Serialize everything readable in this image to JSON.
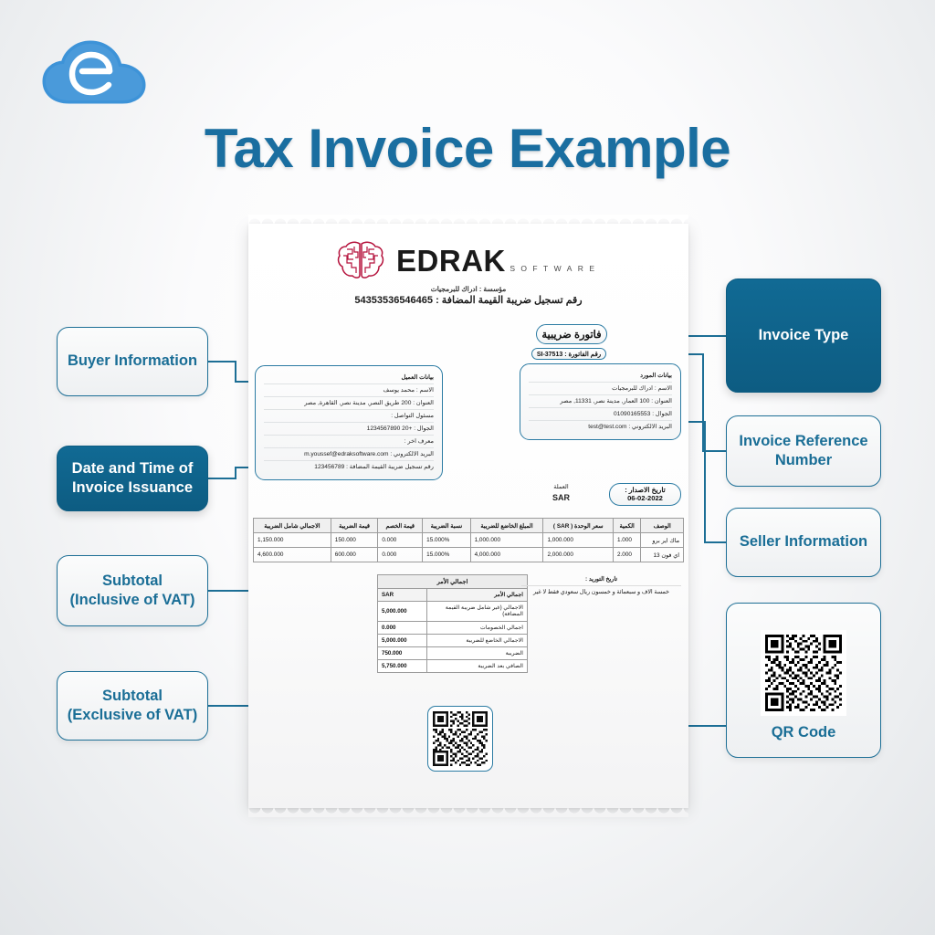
{
  "page": {
    "title": "Tax Invoice Example",
    "accent_color": "#1a6ea0",
    "callout_border_color": "#1d6f96",
    "callout_filled_color": "#116a94"
  },
  "brand": {
    "logo_icon": "cloud-e-logo",
    "logo_color": "#3d93d8"
  },
  "callouts": {
    "buyer_information": "Buyer Information",
    "date_and_time": "Date and Time of\nInvoice Issuance",
    "date_and_time_line1": "Date and Time of",
    "date_and_time_line2": "Invoice Issuance",
    "subtotal_inclusive_line1": "Subtotal",
    "subtotal_inclusive_line2": "(Inclusive of VAT)",
    "subtotal_exclusive_line1": "Subtotal",
    "subtotal_exclusive_line2": "(Exclusive of VAT)",
    "invoice_type": "Invoice Type",
    "invoice_reference_line1": "Invoice Reference",
    "invoice_reference_line2": "Number",
    "seller_information": "Seller Information",
    "qr_code": "QR Code"
  },
  "invoice": {
    "company": {
      "name": "EDRAK",
      "subtitle": "SOFTWARE",
      "brain_icon": "brain-icon",
      "brain_color": "#b5123c",
      "org_line": "مؤسسة : ادراك للبرمجيات",
      "vat_registration": "رقم تسجيل ضريبة القيمة المضافة : 54353536546465"
    },
    "type_badge": "فاتورة ضريبية",
    "reference_badge": "رقم الفاتورة : SI-37513",
    "buyer": {
      "title": "بيانات العميل",
      "rows": [
        "الاسم : محمد يوسف",
        "العنوان : 200 طريق النصر, مدينة نصر, القاهرة, مصر",
        "مسئول التواصل :",
        "الجوال : +20 1234567890",
        "معرف اخر :",
        "البريد الالكتروني : m.youssef@edraksoftware.com",
        "رقم تسجيل ضريبة القيمة المضافة : 123456789"
      ]
    },
    "seller": {
      "title": "بيانات المورد",
      "rows": [
        "الاسم : ادراك للبرمجيات",
        "العنوان : 100 العمار, مدينة نصر, 11331, مصر",
        "الجوال : 01090165553",
        "البريد الالكتروني : test@test.com"
      ]
    },
    "currency_label": "العملة",
    "currency_value": "SAR",
    "issue_date_label": "تاريخ الاصدار :",
    "issue_date_value": "06-02-2022",
    "items_table": {
      "headers": [
        "الوصف",
        "الكمية",
        "سعر الوحدة ( SAR )",
        "المبلغ الخاضع للضريبة",
        "نسبة الضريبة",
        "قيمة الخصم",
        "قيمة الضريبة",
        "الاجمالي شامل الضريبة"
      ],
      "rows": [
        [
          "ماك اير برو",
          "1.000",
          "1,000.000",
          "1,000.000",
          "15.000%",
          "0.000",
          "150.000",
          "1,150.000"
        ],
        [
          "اي فون 13",
          "2.000",
          "2,000.000",
          "4,000.000",
          "15.000%",
          "0.000",
          "600.000",
          "4,600.000"
        ]
      ]
    },
    "totals_table": {
      "caption": "اجمالي الأمر",
      "head": [
        "اجمالي الأمر",
        "SAR"
      ],
      "rows": [
        [
          "الاجمالي (غير شامل ضريبة القيمة المضافة)",
          "5,000.000"
        ],
        [
          "اجمالي الخصومات",
          "0.000"
        ],
        [
          "الاجمالي الخاضع للضريبة",
          "5,000.000"
        ],
        [
          "الضريبة",
          "750.000"
        ],
        [
          "الصافي بعد الضريبة",
          "5,750.000"
        ]
      ]
    },
    "supply_note_label": "تاريخ التوريد :",
    "supply_note_amount_words": "خمسة الاف و سبعمائة و خمسون ريال سعودي فقط لا غير",
    "qr_icon": "qr-code-icon"
  }
}
